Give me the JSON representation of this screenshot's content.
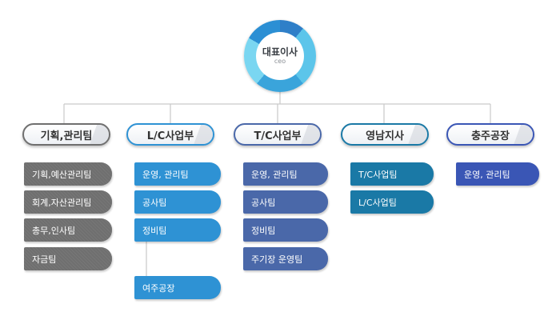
{
  "ceo": {
    "title": "대표이사",
    "subtitle": "ceo"
  },
  "divisions": [
    {
      "name": "기획,관리팀",
      "teams": [
        "기획,예산관리팀",
        "회계,자산관리팀",
        "총무,인사팀",
        "자금팀"
      ]
    },
    {
      "name": "L/C사업부",
      "teams": [
        "운영, 관리팀",
        "공사팀",
        "정비팀",
        "여주공장"
      ]
    },
    {
      "name": "T/C사업부",
      "teams": [
        "운영, 관리팀",
        "공사팀",
        "정비팀",
        "주기장 운영팀"
      ]
    },
    {
      "name": "영남지사",
      "teams": [
        "T/C사업팀",
        "L/C사업팀"
      ]
    },
    {
      "name": "충주공장",
      "teams": [
        "운영, 관리팀"
      ]
    }
  ],
  "colors": {
    "line": "#c9c9c9",
    "header_border": [
      "#6f6f6f",
      "#2e92d4",
      "#4a68a9",
      "#1a79a6",
      "#3a56b5"
    ],
    "team_fill": [
      "#6f6f6f",
      "#2e92d4",
      "#4a68a9",
      "#1a79a6",
      "#3a56b5"
    ]
  }
}
